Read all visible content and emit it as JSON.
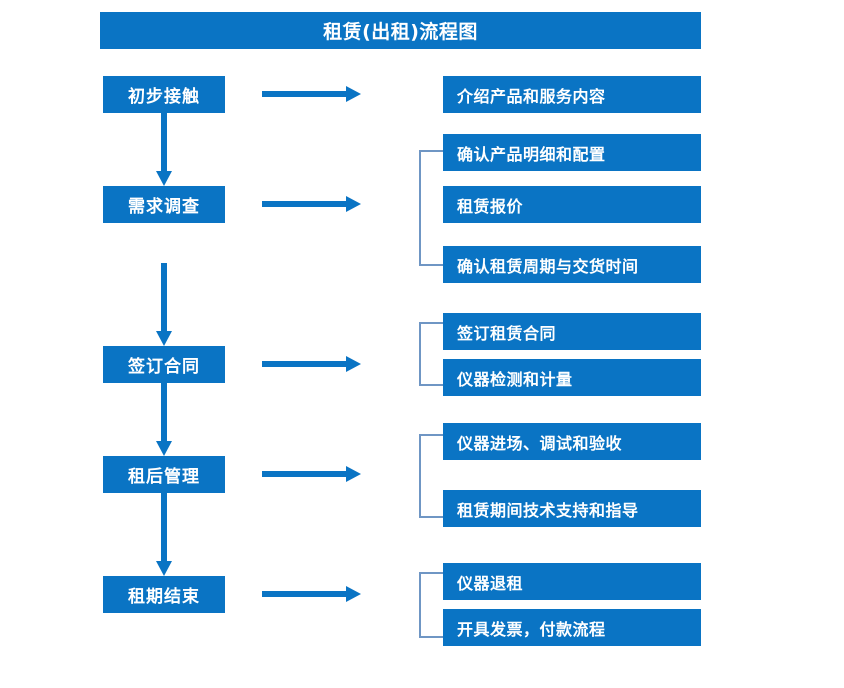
{
  "title": "租赁(出租)流程图",
  "theme": {
    "box_fill": "#0a74c4",
    "box_text": "#ffffff",
    "arrow_color": "#0a74c4",
    "bracket_color": "#6f96c4",
    "page_background": "#ffffff"
  },
  "stages": [
    {
      "label": "初步接触"
    },
    {
      "label": "需求调查"
    },
    {
      "label": "签订合同"
    },
    {
      "label": "租后管理"
    },
    {
      "label": "租期结束"
    }
  ],
  "details": [
    {
      "label": "介绍产品和服务内容"
    },
    {
      "label": "确认产品明细和配置"
    },
    {
      "label": "租赁报价"
    },
    {
      "label": "确认租赁周期与交货时间"
    },
    {
      "label": "签订租赁合同"
    },
    {
      "label": "仪器检测和计量"
    },
    {
      "label": "仪器进场、调试和验收"
    },
    {
      "label": "租赁期间技术支持和指导"
    },
    {
      "label": "仪器退租"
    },
    {
      "label": "开具发票，付款流程"
    }
  ],
  "icons": {
    "arrow_right": "arrow-right-icon",
    "arrow_down": "arrow-down-icon",
    "bracket": "bracket-icon"
  }
}
